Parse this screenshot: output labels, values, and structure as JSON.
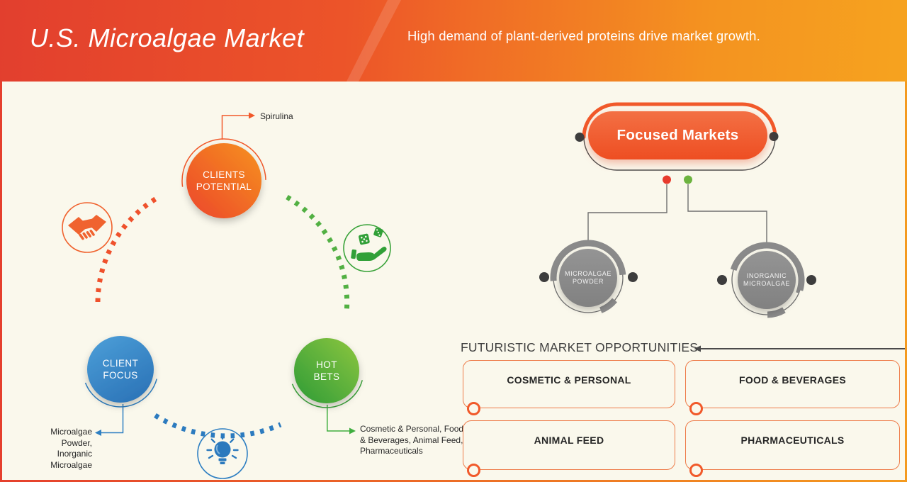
{
  "header": {
    "title": "U.S. Microalgae Market",
    "subtitle": "High demand of plant-derived proteins drive market growth."
  },
  "cycle": {
    "clients_potential": {
      "label": "CLIENTS\nPOTENTIAL",
      "annotation": "Spirulina"
    },
    "client_focus": {
      "label": "CLIENT\nFOCUS",
      "annotation": "Microalgae\nPowder,\nInorganic\nMicroalgae"
    },
    "hot_bets": {
      "label": "HOT\nBETS",
      "annotation": "Cosmetic & Personal, Food\n& Beverages, Animal Feed,\nPharmaceuticals"
    },
    "icons": [
      {
        "name": "handshake-icon"
      },
      {
        "name": "dice-hand-icon"
      },
      {
        "name": "lightbulb-icon"
      }
    ]
  },
  "focused_markets": {
    "title": "Focused Markets",
    "children": [
      {
        "label": "MICROALGAE\nPOWDER"
      },
      {
        "label": "INORGANIC\nMICROALGAE"
      }
    ]
  },
  "opportunities": {
    "title": "FUTURISTIC MARKET OPPORTUNITIES",
    "items": [
      {
        "label": "COSMETIC & PERSONAL"
      },
      {
        "label": "FOOD & BEVERAGES"
      },
      {
        "label": "ANIMAL FEED"
      },
      {
        "label": "PHARMACEUTICALS"
      }
    ]
  },
  "colors": {
    "accent_orange": "#f1592a",
    "deep_orange": "#e5402d",
    "light_orange": "#f49a1f",
    "blue": "#2e7fc2",
    "green": "#3aa33a",
    "red_dot": "#e73b2d",
    "green_dot": "#6cb33f",
    "gray_node": "#8a8a8a"
  }
}
